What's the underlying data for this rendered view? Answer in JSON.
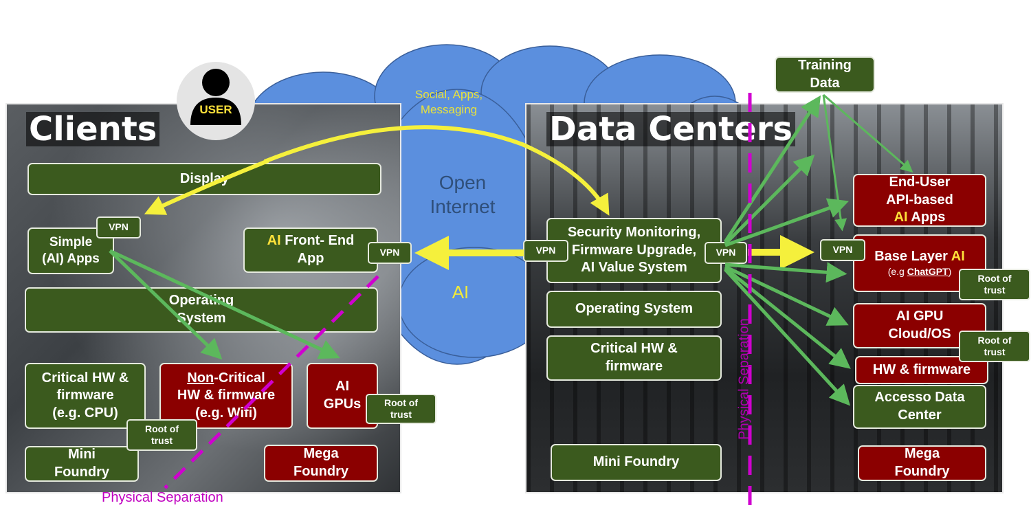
{
  "clients": {
    "title": "Clients",
    "user_label": "USER",
    "display": "Display",
    "simple_apps": [
      "Simple",
      "(AI) Apps"
    ],
    "ai_front_end": {
      "ai": "AI",
      "rest": " Front- End",
      "line2": "App"
    },
    "operating_system": [
      "Operating",
      "System"
    ],
    "critical_hw": [
      "Critical HW &",
      "firmware",
      "(e.g. CPU)"
    ],
    "non_critical_hw": {
      "underlined": "Non",
      "rest": "-Critical",
      "line2": "HW & firmware",
      "line3": "(e.g. Wifi)"
    },
    "ai_gpus": [
      "AI",
      "GPUs"
    ],
    "mini_foundry": [
      "Mini",
      "Foundry"
    ],
    "mega_foundry": [
      "Mega",
      "Foundry"
    ],
    "vpn_simple": "VPN",
    "vpn_front_end": "VPN",
    "root_of_trust_gpu": [
      "Root of",
      "trust"
    ],
    "root_of_trust_cpu": [
      "Root of",
      "trust"
    ],
    "physical_separation": "Physical Separation"
  },
  "cloud": {
    "social": [
      "Social, Apps,",
      "Messaging"
    ],
    "open_internet": [
      "Open",
      "Internet"
    ],
    "ai": "AI"
  },
  "data_centers": {
    "title": "Data Centers",
    "training_data": [
      "Training",
      "Data"
    ],
    "security_monitoring": [
      "Security Monitoring,",
      "Firmware Upgrade,",
      "AI Value System"
    ],
    "operating_system": "Operating System",
    "critical_hw": [
      "Critical HW &",
      "firmware"
    ],
    "mini_foundry": "Mini Foundry",
    "end_user_api": {
      "line1": "End-User",
      "line2": "API-based",
      "ai": "AI",
      "rest": " Apps"
    },
    "base_layer": {
      "text": "Base Layer ",
      "ai": "AI",
      "sub_prefix": "(e.g ",
      "sub_link": "ChatGPT",
      "sub_suffix": ")"
    },
    "ai_gpu_cloud": [
      "AI GPU",
      "Cloud/OS"
    ],
    "hw_firmware": "HW & firmware",
    "accesso": [
      "Accesso Data",
      "Center"
    ],
    "mega_foundry": [
      "Mega",
      "Foundry"
    ],
    "vpn_left": "VPN",
    "vpn_mid": "VPN",
    "vpn_right": "VPN",
    "root_of_trust_1": [
      "Root of",
      "trust"
    ],
    "root_of_trust_2": [
      "Root of",
      "trust"
    ],
    "physical_separation": "Physical Separation"
  },
  "colors": {
    "green_box": "#3b5a1e",
    "red_box": "#8b0000",
    "cloud": "#5b8fde",
    "yellow_arrow": "#f5f03c",
    "green_arrow": "#5cb85c",
    "separation_line": "#d000d0"
  },
  "icons": {
    "user": "user-silhouette-icon",
    "cloud": "cloud-shape"
  }
}
